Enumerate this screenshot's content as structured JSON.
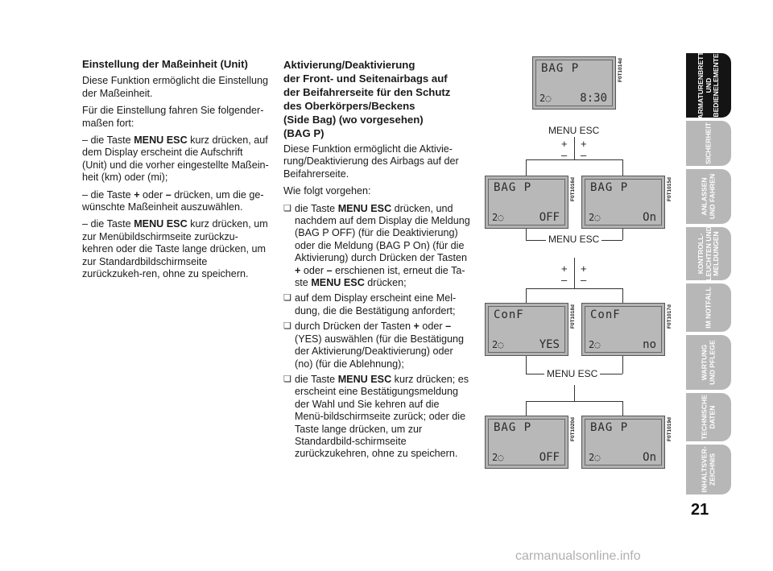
{
  "col1": {
    "heading": "Einstellung der Maßeinheit (Unit)",
    "p1": "Diese Funktion ermöglicht die Einstellung der Maßeinheit.",
    "p2": "Für die Einstellung fahren Sie folgender-maßen fort:",
    "s1_pre": "– die Taste ",
    "s1_key": "MENU ESC",
    "s1_post": " kurz drücken, auf dem Display erscheint die Aufschrift (Unit) und die vorher eingestellte Maßein-heit (km) oder (mi);",
    "s2_pre": "– die Taste ",
    "s2_plus": "+",
    "s2_mid": " oder ",
    "s2_minus": "–",
    "s2_post": " drücken, um die ge-wünschte Maßeinheit auszuwählen.",
    "s3_pre": "– die Taste ",
    "s3_key": "MENU ESC",
    "s3_post": " kurz drücken, um zur Menübildschirmseite zurückzu-kehren oder die Taste lange drücken, um zur Standardbildschirmseite zurückzukeh-ren, ohne zu speichern."
  },
  "col2": {
    "heading_l1": "Aktivierung/Deaktivierung",
    "heading_l2": "der Front- und Seitenairbags auf",
    "heading_l3": "der Beifahrerseite für den Schutz",
    "heading_l4": "des Oberkörpers/Beckens",
    "heading_l5": "(Side Bag) (wo vorgesehen)",
    "heading_l6": "(BAG P)",
    "p1": "Diese Funktion ermöglicht die Aktivie-rung/Deaktivierung des Airbags auf der Beifahrerseite.",
    "p2": "Wie folgt vorgehen:",
    "b1_pre": "die Taste ",
    "b1_key": "MENU ESC",
    "b1_mid": " drücken, und nachdem auf dem Display die Meldung (BAG P OFF) (für die Deaktivierung) oder die Meldung (BAG P On) (für die Aktivierung) durch Drücken der Tasten ",
    "b1_plus": "+",
    "b1_or": " oder ",
    "b1_minus": "–",
    "b1_mid2": " erschienen ist, erneut die Ta-ste ",
    "b1_key2": "MENU ESC",
    "b1_post": " drücken;",
    "b2": "auf dem Display erscheint eine Mel-dung, die die Bestätigung anfordert;",
    "b3_pre": "durch Drücken der Tasten ",
    "b3_plus": "+",
    "b3_or": " oder ",
    "b3_minus": "–",
    "b3_post": " (YES) auswählen (für die Bestätigung der Aktivierung/Deaktivierung) oder (no) (für die Ablehnung);",
    "b4_pre": "die Taste ",
    "b4_key": "MENU ESC",
    "b4_post": " kurz drücken; es erscheint eine Bestätigungsmeldung der Wahl und Sie kehren auf die Menü-bildschirmseite zurück; oder die Taste lange drücken, um zur Standardbild-schirmseite zurückzukehren, ohne zu speichern."
  },
  "diagram": {
    "d0": {
      "l1": "BAG P",
      "l2": "8:30",
      "code": "F0T1014d"
    },
    "d1": {
      "l1": "BAG P",
      "l2": "OFF",
      "code": "F0T1016d"
    },
    "d2": {
      "l1": "BAG P",
      "l2": "On",
      "code": "F0T1015d"
    },
    "d3": {
      "l1": "ConF",
      "l2": "YES",
      "code": "F0T1018d"
    },
    "d4": {
      "l1": "ConF",
      "l2": "no",
      "code": "F0T1017d"
    },
    "d5": {
      "l1": "BAG P",
      "l2": "OFF",
      "code": "F0T1020d"
    },
    "d6": {
      "l1": "BAG P",
      "l2": "On",
      "code": "F0T1019d"
    },
    "small": "2",
    "menu_esc_1": "MENU ESC",
    "menu_esc_2": "MENU ESC",
    "menu_esc_3": "MENU ESC",
    "plus": "+",
    "minus": "–"
  },
  "tabs": [
    {
      "label": "ARMATURENBRETT\nUND\nBEDIENELEMENTE"
    },
    {
      "label": "SICHERHEIT"
    },
    {
      "label": "ANLASSEN\nUND FAHREN"
    },
    {
      "label": "KONTROLL-\nLEUCHTEN UND\nMELDUNGEN"
    },
    {
      "label": "IM NOTFALL"
    },
    {
      "label": "WARTUNG\nUND PFLEGE"
    },
    {
      "label": "TECHNISCHE\nDATEN"
    },
    {
      "label": "INHALTSVER-\nZEICHNIS"
    }
  ],
  "page_number": "21",
  "watermark": "carmanualsonline.info"
}
